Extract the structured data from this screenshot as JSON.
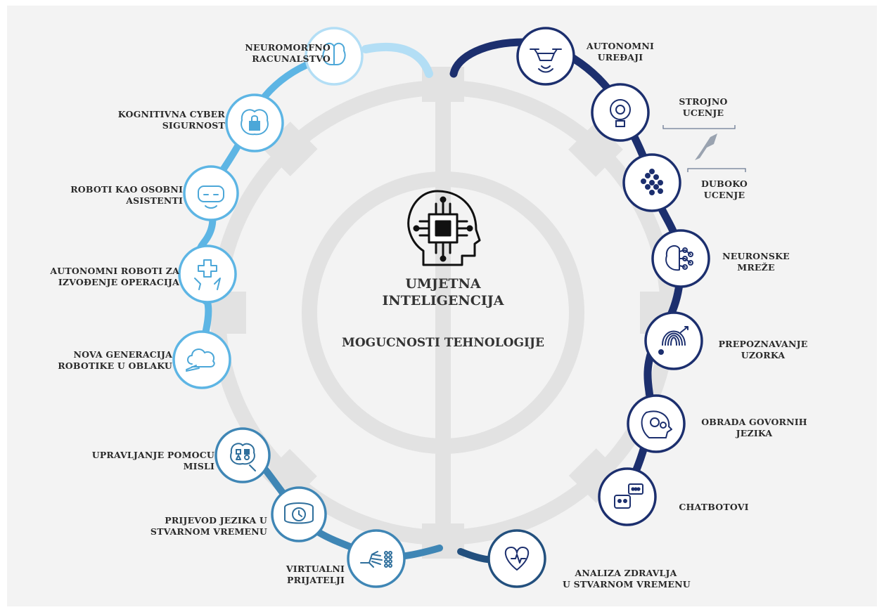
{
  "title": {
    "line1": "UMJETNA",
    "line2": "INTELIGENCIJA",
    "subtitle": "MOGUCNOSTI TEHNOLOGIJE"
  },
  "colors": {
    "left_arc": "#5db5e4",
    "left_arc_light": "#b3def5",
    "right_arc": "#1c2f6e",
    "right_arc_mid": "#2a4f8a",
    "bottom_left_arc": "#3f86b5",
    "bottom_right_arc": "#23507e",
    "background": "#f3f3f3",
    "gear": "#e4e4e4"
  },
  "left_nodes": [
    {
      "label": "NEUROMORFNO\nRACUNALSTVO",
      "icon": "brain-lungs-icon"
    },
    {
      "label": "KOGNITIVNA CYBER\nSIGURNOST",
      "icon": "brain-lock-icon"
    },
    {
      "label": "ROBOTI KAO OSOBNI\nASISTENTI",
      "icon": "robot-head-icon"
    },
    {
      "label": "AUTONOMNI ROBOTI ZA\nIZVOĐENJE OPERACIJA",
      "icon": "surgical-robot-icon"
    },
    {
      "label": "NOVA GENERACIJA\nROBOTIKE U OBLAKU",
      "icon": "cloud-robot-icon"
    }
  ],
  "bottom_left_nodes": [
    {
      "label": "UPRAVLJANJE POMOCU\nMISLI",
      "icon": "thought-shapes-icon"
    },
    {
      "label": "PRIJEVOD JEZIKA U\nSTVARNOM VREMENU",
      "icon": "speech-clock-icon"
    },
    {
      "label": "VIRTUALNI\nPRIJATELJI",
      "icon": "robot-hand-icon"
    }
  ],
  "right_nodes": [
    {
      "label": "AUTONOMNI\nUREĐAJI",
      "icon": "drone-icon"
    },
    {
      "label": "STROJNO\nUCENJE",
      "icon": "lightbulb-gear-icon"
    },
    {
      "label": "DUBOKO\nUCENJE",
      "icon": "dots-network-icon"
    },
    {
      "label": "NEURONSKE\nMREŽE",
      "icon": "brain-network-icon"
    },
    {
      "label": "PREPOZNAVANJE\nUZORKA",
      "icon": "fingerprint-icon"
    },
    {
      "label": "OBRADA GOVORNIH\nJEZIKA",
      "icon": "head-gears-icon"
    },
    {
      "label": "CHATBOTOVI",
      "icon": "chatbot-icon"
    },
    {
      "label": "ANALIZA ZDRAVLJA\nU STVARNOM VREMENU",
      "icon": "heart-pulse-icon"
    }
  ]
}
